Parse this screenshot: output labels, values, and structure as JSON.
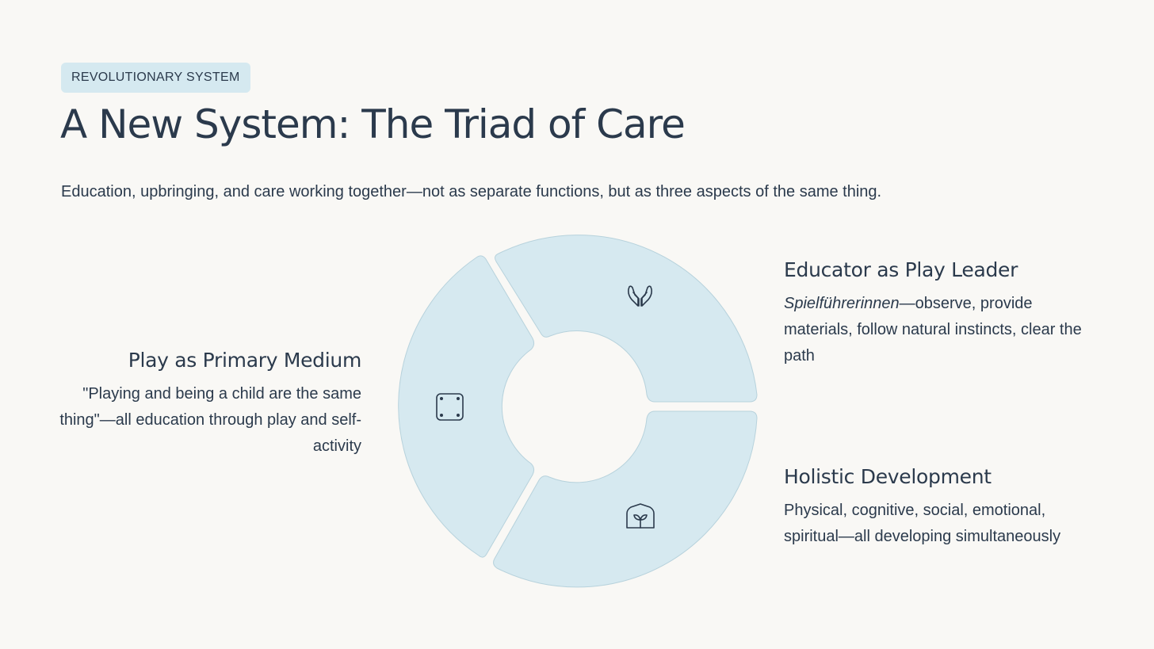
{
  "badge": "REVOLUTIONARY SYSTEM",
  "title": "A New System: The Triad of Care",
  "subtitle": "Education, upbringing, and care working together—not as separate functions, but as three aspects of the same thing.",
  "segments": [
    {
      "id": "play",
      "icon": "square-dots-icon",
      "heading": "Play as Primary Medium",
      "body": "\"Playing and being a child are the same thing\"—all education through play and self-activity"
    },
    {
      "id": "educator",
      "icon": "open-hands-icon",
      "heading": "Educator as Play Leader",
      "body_em": "Spielführerinnen",
      "body": "—observe, provide materials, follow natural instincts, clear the path"
    },
    {
      "id": "holistic",
      "icon": "greenhouse-sprout-icon",
      "heading": "Holistic Development",
      "body": "Physical, cognitive, social, emotional, spiritual—all developing simultaneously"
    }
  ],
  "colors": {
    "background": "#f9f8f5",
    "segment_fill": "#d6e9f0",
    "segment_stroke": "#b7d2dc",
    "badge_fill": "#d5e9f0",
    "text": "#2b3a4c"
  }
}
